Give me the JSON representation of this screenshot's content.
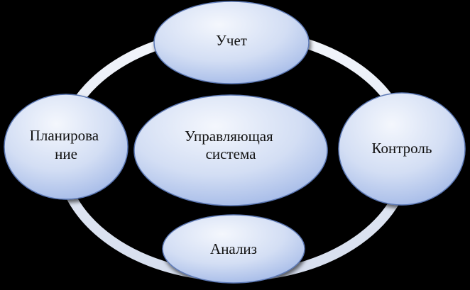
{
  "diagram": {
    "background": "#000000",
    "ring_color": "#e4e9f4",
    "node_fill_light": "#f4f7fd",
    "node_fill_dark": "#9fb6e6",
    "node_stroke": "#5d79b5",
    "nodes": {
      "top": {
        "lines": [
          "Учет"
        ]
      },
      "left": {
        "lines": [
          "Планирова",
          "ние"
        ]
      },
      "center": {
        "lines": [
          "Управляющая",
          "система"
        ]
      },
      "right": {
        "lines": [
          "Контроль"
        ]
      },
      "bottom": {
        "lines": [
          "Анализ"
        ]
      }
    }
  }
}
